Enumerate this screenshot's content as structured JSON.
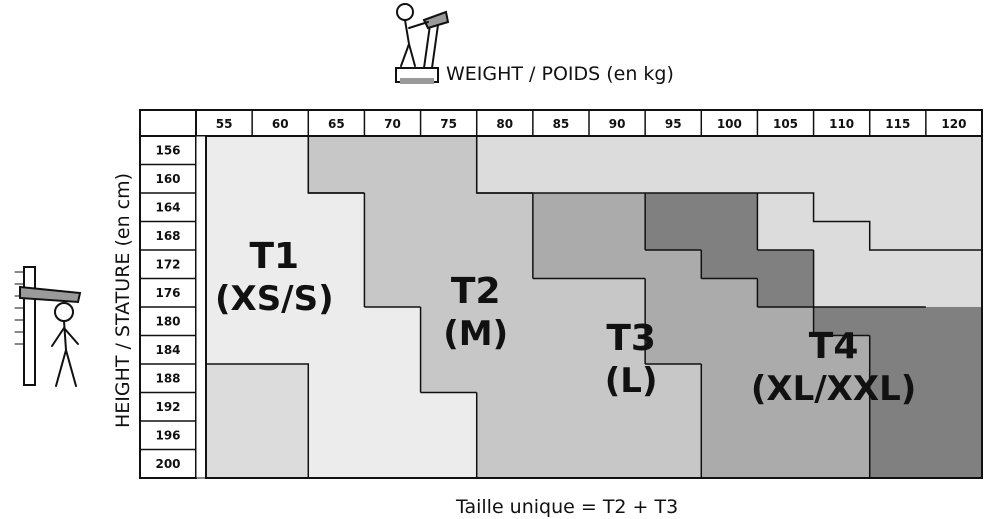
{
  "chart_data": {
    "type": "heatmap",
    "x_title": "WEIGHT / POIDS (en kg)",
    "y_title": "HEIGHT / STATURE (en cm)",
    "x_ticks": [
      55,
      60,
      65,
      70,
      75,
      80,
      85,
      90,
      95,
      100,
      105,
      110,
      115,
      120
    ],
    "y_ticks": [
      156,
      160,
      164,
      168,
      172,
      176,
      180,
      184,
      188,
      192,
      196,
      200
    ],
    "x_unit": "kg",
    "y_unit": "cm",
    "zones": [
      {
        "size": "T1",
        "label": "(XS/S)",
        "color": "#ececec",
        "min_weight_by_height": [
          55,
          55,
          55,
          55,
          55,
          55,
          55,
          55,
          65,
          65,
          65,
          65
        ],
        "max_weight_by_height": [
          65,
          65,
          70,
          70,
          70,
          70,
          75,
          75,
          75,
          80,
          80,
          80
        ]
      },
      {
        "size": "T2",
        "label": "(M)",
        "color": "#c7c7c7",
        "min_weight_by_height": [
          65,
          65,
          70,
          70,
          70,
          70,
          75,
          75,
          75,
          80,
          80,
          80
        ],
        "max_weight_by_height": [
          80,
          80,
          85,
          85,
          85,
          95,
          95,
          95,
          100,
          100,
          100,
          100
        ]
      },
      {
        "size": "T3",
        "label": "(L)",
        "color": "#ababab",
        "min_weight_by_height": [
          null,
          null,
          85,
          85,
          85,
          95,
          95,
          95,
          100,
          100,
          100,
          100
        ],
        "max_weight_by_height": [
          null,
          null,
          95,
          95,
          100,
          105,
          110,
          115,
          115,
          115,
          115,
          115
        ]
      },
      {
        "size": "T4",
        "label": "(XL/XXL)",
        "color": "#808080",
        "min_weight_by_height": [
          null,
          null,
          95,
          95,
          100,
          105,
          110,
          115,
          115,
          115,
          115,
          115
        ],
        "max_weight_by_height": [
          null,
          null,
          105,
          105,
          110,
          110,
          120,
          120,
          120,
          120,
          120,
          120
        ]
      }
    ],
    "footnote": "Taille unique = T2 + T3"
  }
}
